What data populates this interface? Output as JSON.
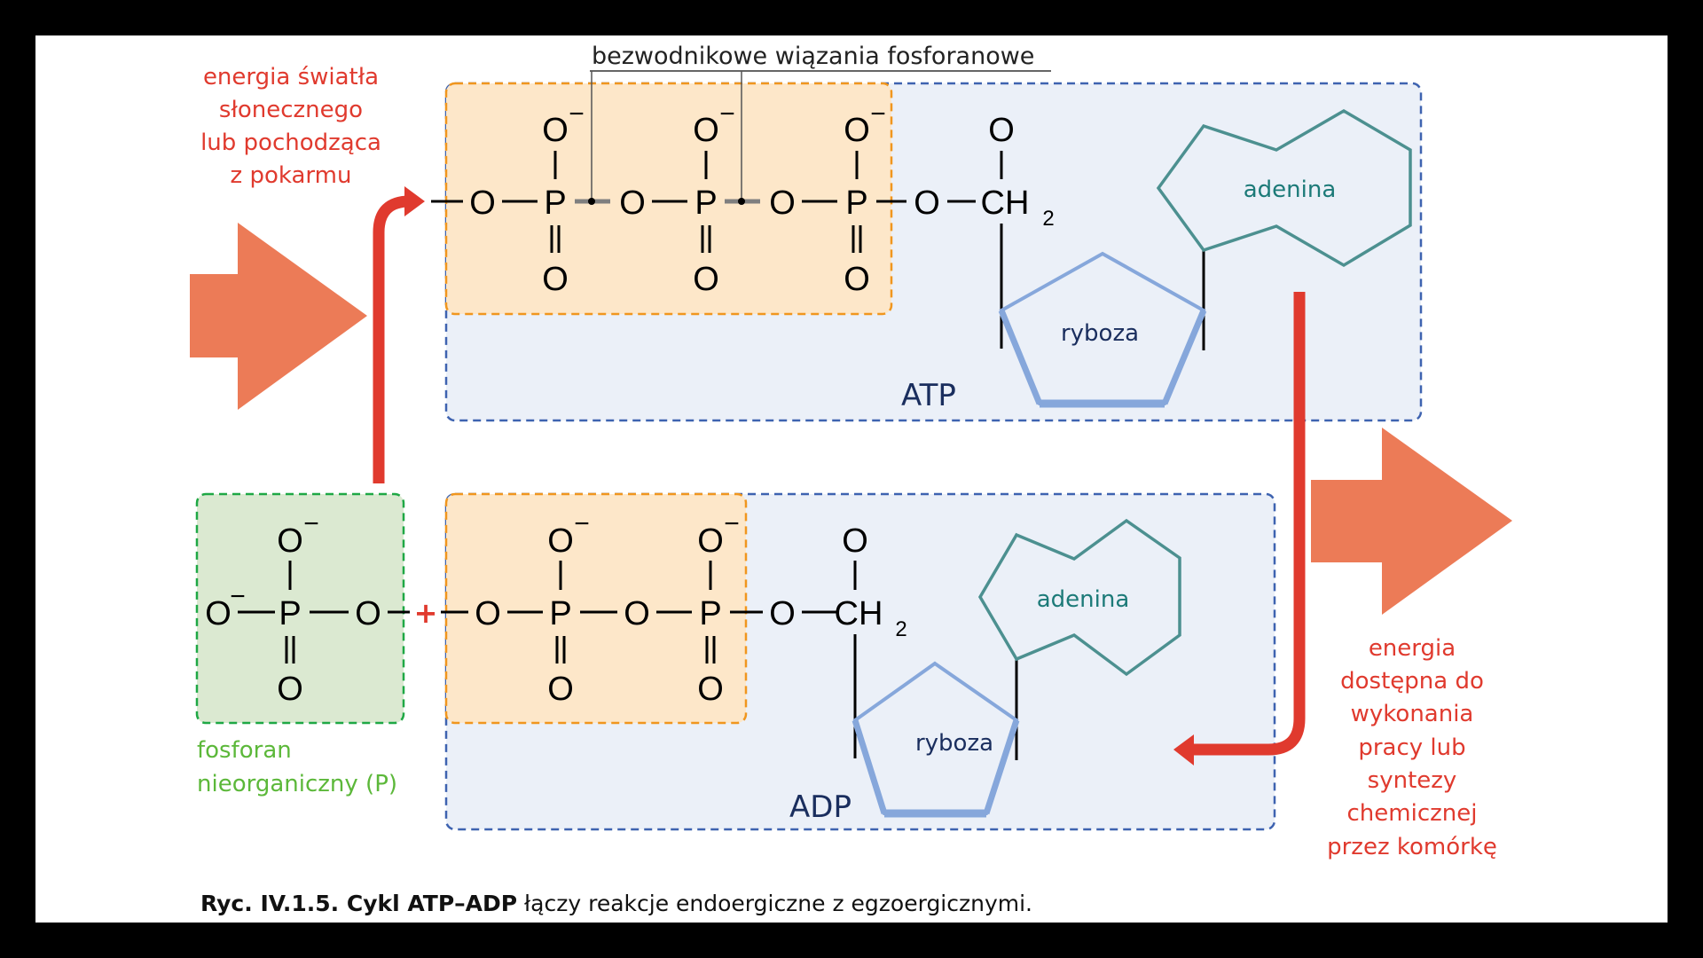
{
  "colors": {
    "background": "#000000",
    "panel": "#ffffff",
    "energy_arrow": "#ec7b57",
    "reaction_arrow": "#e03a2e",
    "phosphate_box_fill": "#fde7c9",
    "phosphate_box_border": "#f0961e",
    "molecule_box_fill": "#ebf0f8",
    "molecule_box_border": "#3e63b0",
    "inorganic_box_fill": "#dbe9d1",
    "inorganic_box_border": "#1fa845",
    "adenine_stroke": "#4c9090",
    "ribose_stroke": "#86a7db"
  },
  "labels": {
    "energy_in": [
      "energia światła",
      "słonecznego",
      "lub pochodząca",
      "z pokarmu"
    ],
    "energy_out": [
      "energia",
      "dostępna do",
      "wykonania",
      "pracy lub",
      "syntezy",
      "chemicznej",
      "przez komórkę"
    ],
    "bonds": "bezwodnikowe wiązania fosforanowe",
    "inorganic_phosphate": [
      "fosforan",
      "nieorganiczny (P)"
    ],
    "plus": "+"
  },
  "atp": {
    "name": "ATP",
    "atoms": {
      "o": "O",
      "p": "P",
      "o_minus": "O",
      "minus": "−",
      "ch": "CH",
      "sub2": "2"
    },
    "adenine": "adenina",
    "ribose": "ryboza"
  },
  "adp": {
    "name": "ADP",
    "adenine": "adenina",
    "ribose": "ryboza"
  },
  "caption": {
    "bold": "Ryc. IV.1.5. Cykl ATP–ADP",
    "regular": " łączy reakcje endoergiczne z egzoergicznymi."
  }
}
